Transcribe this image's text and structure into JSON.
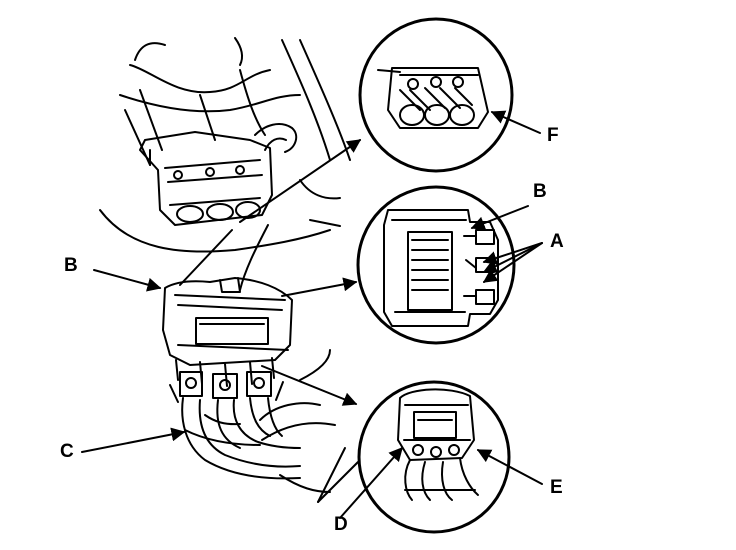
{
  "labels": {
    "a": "A",
    "b_top": "B",
    "b_left": "B",
    "c": "C",
    "d": "D",
    "e": "E",
    "f": "F"
  }
}
